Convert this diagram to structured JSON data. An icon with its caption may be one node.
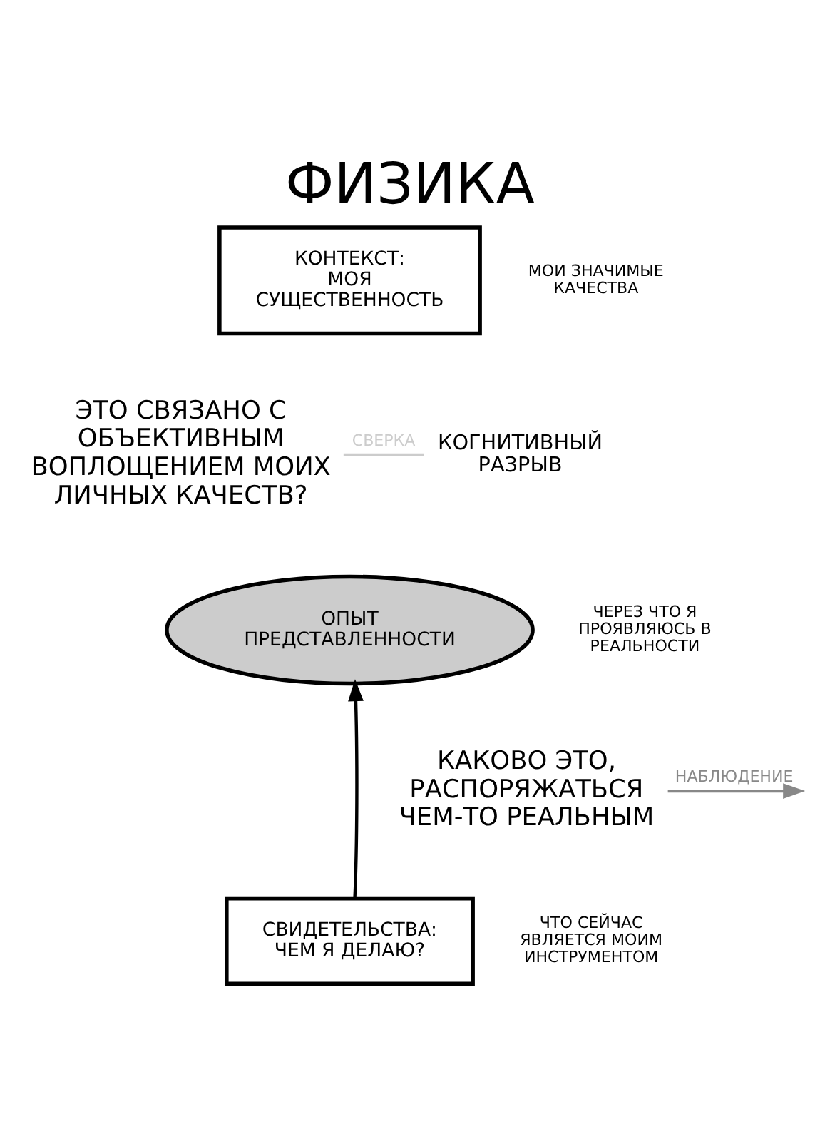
{
  "diagram": {
    "title": "ФИЗИКА",
    "nodes": [
      {
        "text": [
          "КОНТЕКСТ:",
          "МОЯ СУЩЕСТВЕННОСТЬ"
        ],
        "beside": [
          "МОИ ЗНАЧИМЫЕ КАЧЕСТВА"
        ]
      },
      {
        "text": [
          "ОПЫТ ПРЕДСТАВЛЕННОСТИ"
        ],
        "beside": [
          "ЧЕРЕЗ ЧТО Я ПРОЯВЛЯЮСЬ В РЕАЛЬНОСТИ"
        ]
      },
      {
        "text": [
          "СВИДЕТЕЛЬСТВА:",
          "ЧЕМ Я ДЕЛАЮ?"
        ],
        "beside": [
          "ЧТО СЕЙЧАС ЯВЛЯЕТСЯ МОИМ ИНСТРУМЕНТОМ"
        ]
      },
      {
        "text": [
          "ЭТО СВЯЗАНО С ОБЪЕКТИВНЫМ ВОПЛОЩЕНИЕМ МОИХ ЛИЧНЫХ КАЧЕСТВ?"
        ]
      },
      {
        "text": [
          "КОГНИТИВНЫЙ РАЗРЫВ"
        ]
      },
      {
        "text": [
          "КАКОВО ЭТО, РАСПОРЯЖАТЬСЯ ЧЕМ-ТО РЕАЛЬНЫМ"
        ]
      }
    ],
    "edges": [
      {
        "from": 3,
        "to": 4,
        "arrow": "none",
        "label": "СВЕРКА",
        "color": "#cccccc"
      },
      {
        "from": 5,
        "to": null,
        "arrow": "to",
        "label": "НАБЛЮДЕНИЕ",
        "color": "#888888"
      },
      {
        "from": 2,
        "to": 1,
        "arrow": "to",
        "color": "#000000"
      }
    ]
  }
}
